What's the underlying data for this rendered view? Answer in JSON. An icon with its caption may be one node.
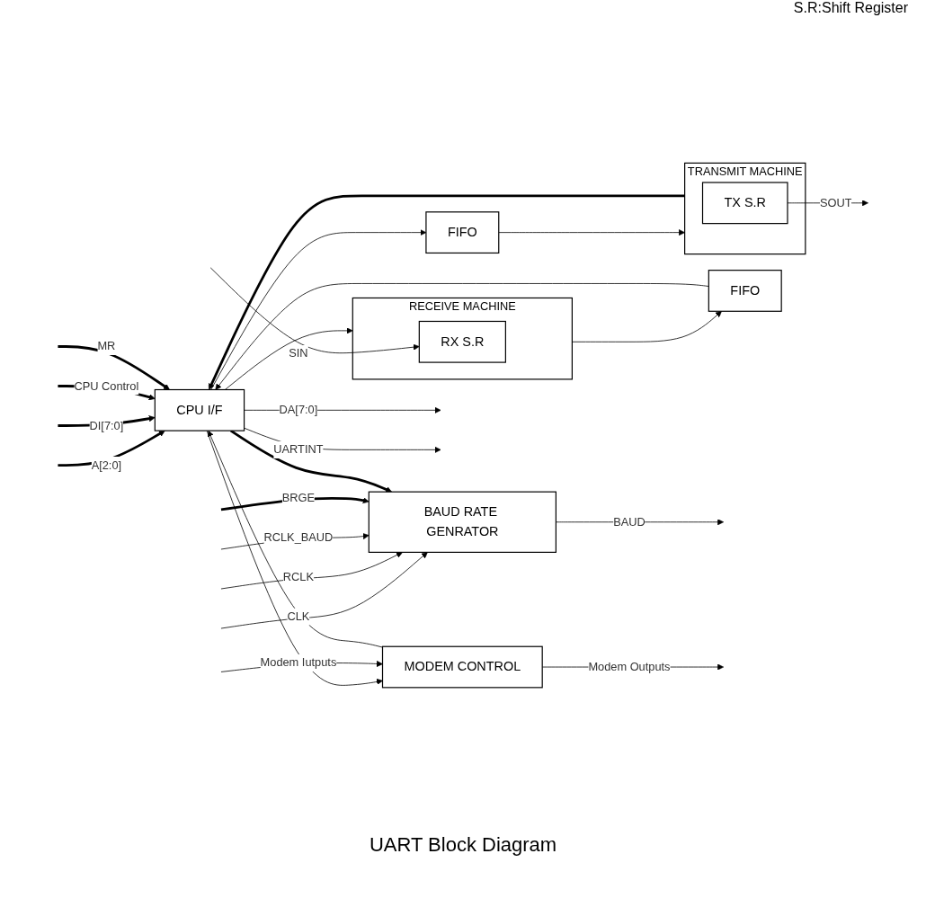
{
  "diagram": {
    "caption": "UART Block Diagram",
    "nodes": [
      {
        "text": [
          "BAUD RATE GENRATOR"
        ]
      },
      {
        "text": [
          "CPU I/F"
        ]
      },
      {
        "text": [
          "FIFO"
        ]
      },
      {
        "text": [
          "TRANSMIT MACHINE"
        ]
      },
      {
        "text": [
          "TX S.R"
        ],
        "in": 3
      },
      {
        "text": [
          "RECEIVE MACHINE"
        ]
      },
      {
        "text": [
          "RX S.R"
        ],
        "in": 5
      },
      {
        "text": [
          "FIFO"
        ]
      },
      {
        "text": [
          "MODEM CONTROL"
        ]
      }
    ],
    "edges": [
      {
        "from": null,
        "to": 0,
        "arrow": "to",
        "label": "CLK"
      },
      {
        "from": null,
        "to": 0,
        "arrow": "to",
        "label": "RCLK"
      },
      {
        "from": null,
        "to": 0,
        "arrow": "to",
        "label": "RCLK_BAUD"
      },
      {
        "from": null,
        "to": 0,
        "arrow": "to",
        "label": "BRGE",
        "style": "thick"
      },
      {
        "from": 0,
        "to": null,
        "arrow": "to",
        "label": "BAUD"
      },
      {
        "from": 1,
        "to": 0,
        "arrow": "to",
        "style": "thick"
      },
      {
        "from": null,
        "to": 1,
        "arrow": "to",
        "label": "A[2:0]",
        "style": "thick"
      },
      {
        "from": null,
        "to": 1,
        "arrow": "to",
        "label": "DI[7:0]",
        "style": "thick"
      },
      {
        "from": 1,
        "to": null,
        "arrow": "to",
        "label": "DA[7:0]"
      },
      {
        "from": 1,
        "to": null,
        "arrow": "to",
        "label": "UARTINT"
      },
      {
        "from": null,
        "to": 1,
        "arrow": "to",
        "label": "CPU Control",
        "style": "thick"
      },
      {
        "from": null,
        "to": 1,
        "arrow": "to",
        "label": "MR",
        "style": "thick"
      },
      {
        "from": 1,
        "to": 2,
        "arrow": "to"
      },
      {
        "from": 2,
        "to": 3,
        "arrow": "to"
      },
      {
        "from": 3,
        "to": 1,
        "arrow": "to",
        "style": "thick"
      },
      {
        "from": 4,
        "to": null,
        "arrow": "to",
        "label": "SOUT"
      },
      {
        "from": 1,
        "to": 5,
        "arrow": "to"
      },
      {
        "from": null,
        "to": 6,
        "arrow": "to",
        "label": "SIN"
      },
      {
        "from": 5,
        "to": 7,
        "arrow": "to"
      },
      {
        "from": 7,
        "to": 1,
        "arrow": "to"
      },
      {
        "from": 1,
        "to": 8,
        "arrow": "to"
      },
      {
        "from": 8,
        "to": 1,
        "arrow": "to"
      },
      {
        "from": 8,
        "to": null,
        "arrow": "to",
        "label": "Modem Outputs"
      },
      {
        "from": null,
        "to": 8,
        "arrow": "to",
        "label": "Modem Iutputs"
      }
    ],
    "labels": [
      "S.R:Shift Register"
    ]
  }
}
